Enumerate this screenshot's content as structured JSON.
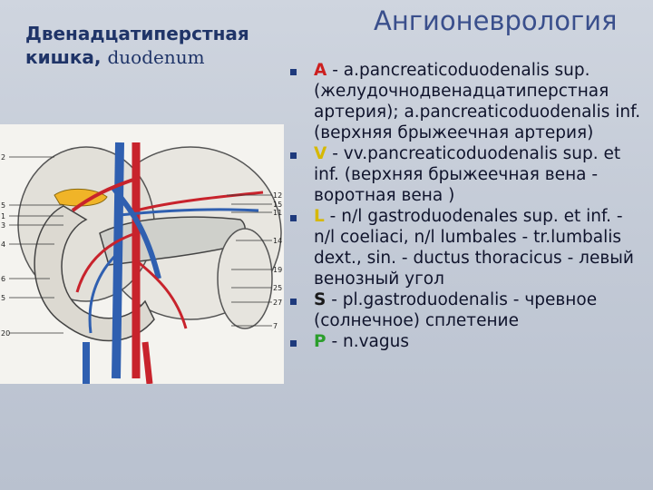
{
  "slide": {
    "title": "Ангионеврология",
    "heading": {
      "line1": "Двенадцатиперстная",
      "line2_word": "кишка",
      "line2_latin": "duodenum"
    },
    "items": [
      {
        "letter": "A",
        "color": "#cc1f1f",
        "text": " - a.pancreaticoduodenalis sup. (желудочнодвенадцатиперстная артерия); a.pancreaticoduodenalis inf. (верхняя брыжеечная артерия)"
      },
      {
        "letter": "V",
        "color": "#d6b800",
        "text": " - vv.pancreaticoduodenalis sup. et inf. (верхняя брыжеечная вена - воротная вена )"
      },
      {
        "letter": "L",
        "color": "#d6b800",
        "text": " - n/l gastroduodenales sup. et inf. - n/l coeliaci, n/l lumbales - tr.lumbalis dext., sin. -  ductus thoracicus - левый венозный угол"
      },
      {
        "letter": "S",
        "color": "#1a1a1a",
        "text": " - pl.gastroduodenalis - чревное (солнечное) сплетение"
      },
      {
        "letter": "P",
        "color": "#2b9e2b",
        "text": " - n.vagus"
      }
    ],
    "figure": {
      "labels_left": [
        "2",
        "5",
        "1",
        "3",
        "4",
        "6",
        "5",
        "20"
      ],
      "labels_right": [
        "12",
        "15",
        "11",
        "14",
        "19",
        "25",
        "27",
        "7"
      ]
    }
  },
  "colors": {
    "artery": "#c8232c",
    "vein": "#2f5fb0",
    "bile": "#f0b428"
  }
}
